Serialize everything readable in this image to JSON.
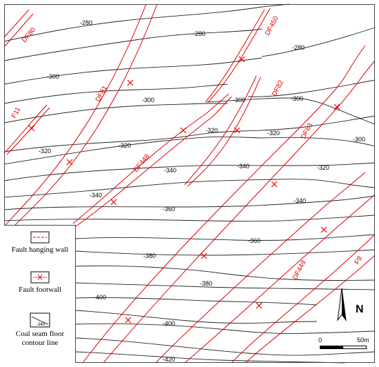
{
  "contour_labels": {
    "c280a": "-280",
    "c280b": "-280",
    "c280c": "-280",
    "c300a": "-300",
    "c300b": "-300",
    "c300c": "-300",
    "c300d": "-300",
    "c300e": "-300",
    "c320a": "-320",
    "c320b": "-320",
    "c320c": "-320",
    "c320d": "-320",
    "c320e": "-320",
    "c340a": "-340",
    "c340b": "-340",
    "c340c": "-340",
    "c340d": "-340",
    "c360a": "-360",
    "c360b": "-360",
    "c380a": "-380",
    "c380b": "-380",
    "c400a": "-400",
    "c400b": "-400",
    "c420a": "-420"
  },
  "fault_labels": {
    "df80": "DF80",
    "df450": "DF450",
    "f11": "F11",
    "df81": "DF81",
    "df82": "DF82",
    "df448": "DF448",
    "df83": "DF83",
    "df449": "DF449",
    "f9": "F9"
  },
  "legend": {
    "hanging_wall": "Fault hanging wall",
    "footwall": "Fault footwall",
    "contour": "Coal seam floor contour line",
    "contour_sample": "-340"
  },
  "north_arrow": {
    "letter": "N",
    "icon": "north-arrow-icon"
  },
  "scale_bar": {
    "start": "0",
    "end": "50m"
  },
  "colors": {
    "fault": "#e00000",
    "contour": "#000000"
  }
}
